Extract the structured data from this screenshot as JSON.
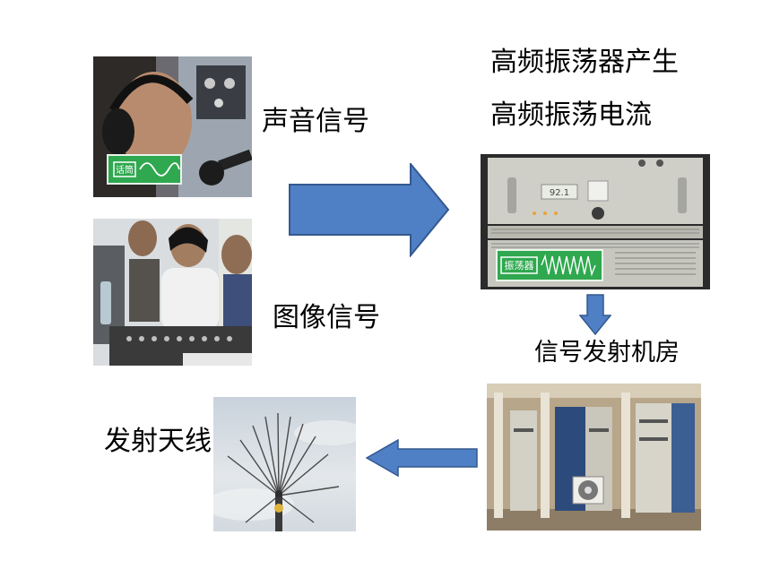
{
  "labels": {
    "sound_signal": "声音信号",
    "image_signal": "图像信号",
    "oscillator_line1": "高频振荡器产生",
    "oscillator_line2": "高频振荡电流",
    "transmit_room": "信号发射机房",
    "antenna": "发射天线"
  },
  "photos": {
    "sound_badge": "话筒",
    "oscillator_badge": "振荡器",
    "oscillator_display": "92.1"
  },
  "colors": {
    "arrow_fill": "#4f7fc4",
    "arrow_stroke": "#35588f",
    "badge_green": "#2fa84f"
  }
}
